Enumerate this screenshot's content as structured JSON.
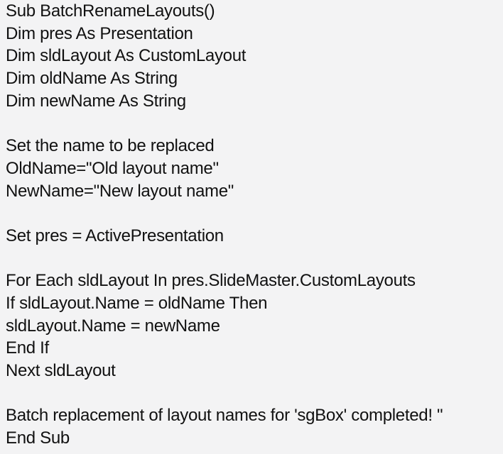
{
  "page": {
    "background_color": "#f3f3f4",
    "text_color": "#111111"
  },
  "code": {
    "lines": [
      "Sub BatchRenameLayouts()",
      "Dim pres As Presentation",
      "Dim sldLayout As CustomLayout",
      "Dim oldName As String",
      "Dim newName As String",
      "",
      "Set the name to be replaced",
      "OldName=\"Old layout name\"",
      "NewName=\"New layout name\"",
      "",
      "Set pres = ActivePresentation",
      "",
      "For Each sldLayout In pres.SlideMaster.CustomLayouts",
      "If sldLayout.Name = oldName Then",
      "sldLayout.Name = newName",
      "End If",
      "Next sldLayout",
      "",
      "Batch replacement of layout names for 'sgBox' completed! \"",
      "End Sub"
    ]
  }
}
